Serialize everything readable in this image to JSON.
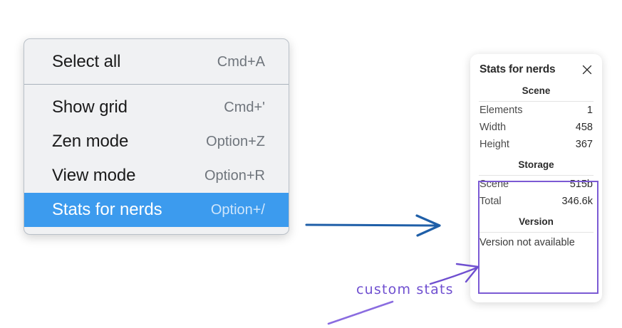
{
  "context_menu": {
    "name": "canvas-context-menu",
    "groups": [
      {
        "items": [
          {
            "label": "Select all",
            "shortcut": "Cmd+A",
            "selected": false
          }
        ]
      },
      {
        "items": [
          {
            "label": "Show grid",
            "shortcut": "Cmd+'",
            "selected": false
          },
          {
            "label": "Zen mode",
            "shortcut": "Option+Z",
            "selected": false
          },
          {
            "label": "View mode",
            "shortcut": "Option+R",
            "selected": false
          },
          {
            "label": "Stats for nerds",
            "shortcut": "Option+/",
            "selected": true
          }
        ]
      }
    ],
    "highlight_color": "#3c9bee",
    "background_color": "#f0f1f3"
  },
  "stats_panel": {
    "title": "Stats for nerds",
    "close_icon": "close-icon",
    "sections": [
      {
        "heading": "Scene",
        "rows": [
          {
            "key": "Elements",
            "value": "1"
          },
          {
            "key": "Width",
            "value": "458"
          },
          {
            "key": "Height",
            "value": "367"
          }
        ]
      },
      {
        "heading": "Storage",
        "rows": [
          {
            "key": "Scene",
            "value": "515b"
          },
          {
            "key": "Total",
            "value": "346.6k"
          }
        ]
      },
      {
        "heading": "Version",
        "single": "Version not available"
      }
    ],
    "highlight_border_color": "#7b5ad4"
  },
  "annotations": {
    "flow_arrow": {
      "name": "blue-flow-arrow",
      "color": "#1f5fa8"
    },
    "callout": {
      "text": "custom stats",
      "color": "#6f4fd0",
      "pointer_name": "purple-callout-arrow",
      "underline_name": "purple-underline-stroke"
    }
  }
}
